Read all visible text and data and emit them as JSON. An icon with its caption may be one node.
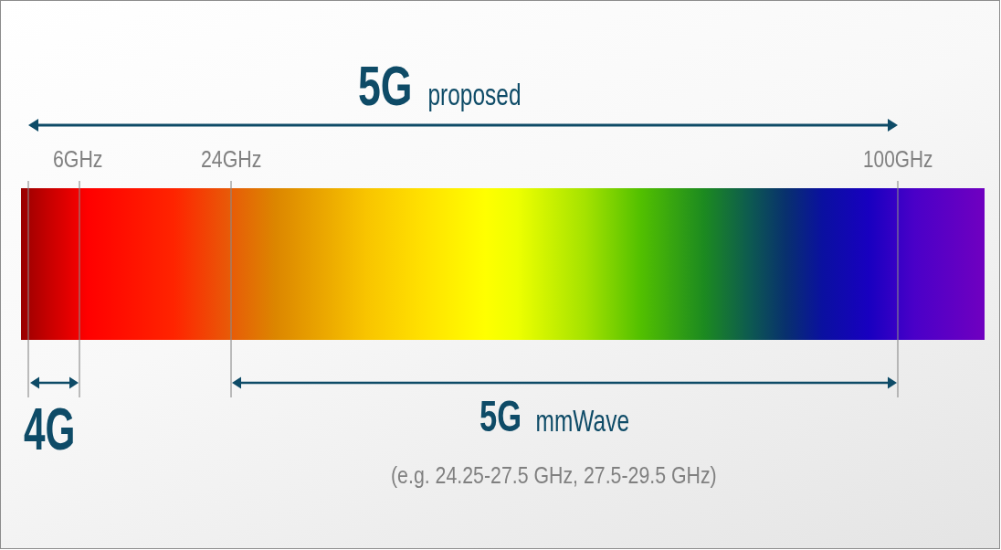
{
  "diagram": {
    "nodes": [
      {
        "text": [],
        "shape": "bar"
      }
    ],
    "labels": [
      "**5G** proposed",
      "6GHz",
      "24GHz",
      "100GHz",
      "4G",
      "**5G** mmWave",
      "(e.g. 24.25-27.5 GHz, 27.5-29.5 GHz)"
    ]
  }
}
